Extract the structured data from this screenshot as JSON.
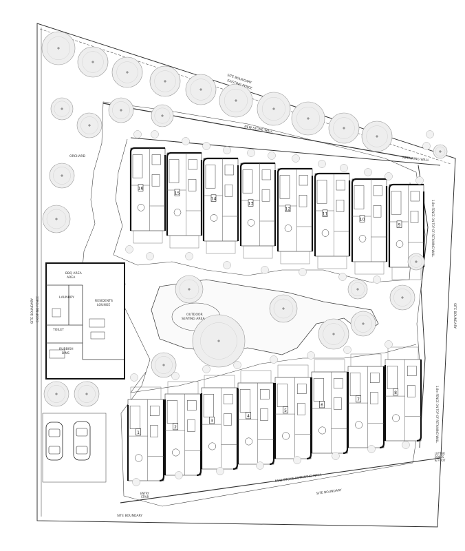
{
  "labels": {
    "site_boundary_top": "SITE BOUNDARY",
    "existing_fence_top": "EXISTING FENCE",
    "new_stone_wall_top": "NEW STONE WALL",
    "retaining_wall_top": "RETAINING WALL",
    "orchard": "ORCHARD",
    "bbq_area": "BBQ AREA",
    "laundry": "LAUNDRY",
    "residents_lounge_1": "RESIDENTS",
    "residents_lounge_2": "LOUNGE",
    "toilet": "TOILET",
    "rubbish_1": "RUBBISH",
    "rubbish_2": "BINS",
    "outdoor_seating_1": "OUTDOOR",
    "outdoor_seating_2": "SEATING AREA",
    "site_boundary_left": "SITE BOUNDARY",
    "existing_fence_left": "EXISTING FENCE",
    "site_boundary_right": "SITE BOUNDARY",
    "right_fence_1": "1.8m FENCE ON TOP OF RETAINING WALL",
    "right_fence_2": "1.8m FENCE ON TOP OF RETAINING WALL",
    "site_boundary_bottom": "SITE BOUNDARY",
    "stone_retaining_bottom": "NEW STONE RETAINING WALL",
    "letterbox_1": "LETTER",
    "letterbox_2": "BOXES",
    "letterbox_3": "& FOOT",
    "entry_label_1": "ENTRY",
    "entry_label_2": "STAIR",
    "site_boundary_bl": "SITE BOUNDARY"
  },
  "units_top": [
    "16",
    "15",
    "14",
    "13",
    "12",
    "11",
    "10",
    "9"
  ],
  "units_bottom": [
    "1",
    "2",
    "3",
    "4",
    "5",
    "6",
    "7",
    "8"
  ]
}
